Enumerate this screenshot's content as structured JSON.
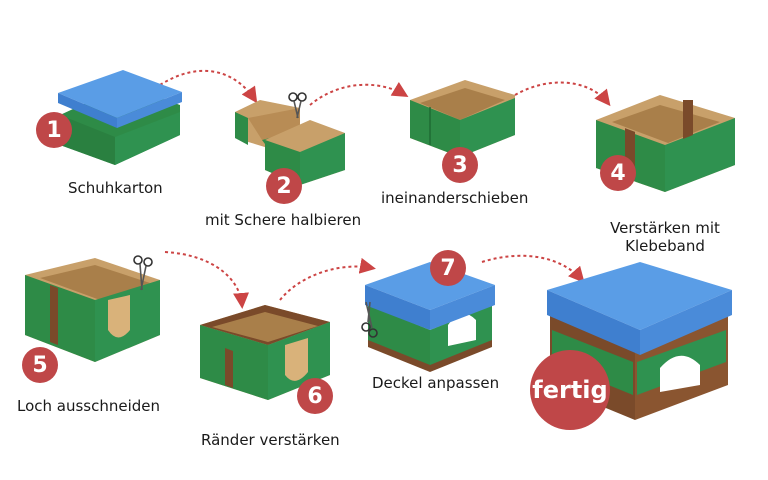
{
  "steps": [
    {
      "number": "1",
      "label": "Schuhkarton"
    },
    {
      "number": "2",
      "label": "mit Schere halbieren"
    },
    {
      "number": "3",
      "label": "ineinanderschieben"
    },
    {
      "number": "4",
      "label": "Verstärken mit Klebeband"
    },
    {
      "number": "5",
      "label": "Loch ausschneiden"
    },
    {
      "number": "6",
      "label": "Ränder verstärken"
    },
    {
      "number": "7",
      "label": "Deckel anpassen"
    }
  ],
  "final": {
    "label": "fertig"
  },
  "colors": {
    "box_green": "#2e8b47",
    "box_green_dark": "#1f6b34",
    "lid_blue": "#4a90e2",
    "cardboard": "#c8a06a",
    "tape_brown": "#7a4a2a",
    "badge_red": "#bf4748",
    "arrow_red": "#cc4444"
  },
  "icons": {
    "scissors": "scissors-icon"
  }
}
